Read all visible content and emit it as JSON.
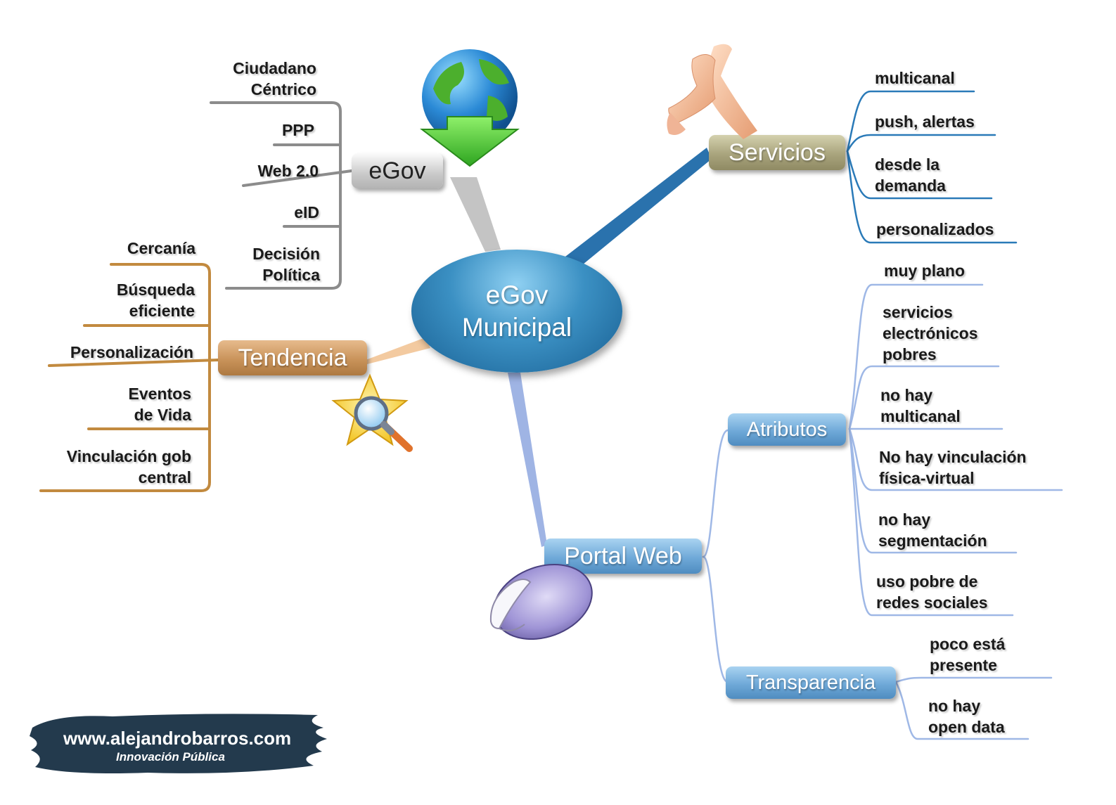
{
  "central": {
    "line1": "eGov",
    "line2": "Municipal"
  },
  "branches": {
    "egov": {
      "label": "eGov",
      "children": [
        "Ciudadano\nCéntrico",
        "PPP",
        "Web 2.0",
        "eID",
        "Decisión\nPolítica"
      ]
    },
    "tendencia": {
      "label": "Tendencia",
      "children": [
        "Cercanía",
        "Búsqueda\neficiente",
        "Personalización",
        "Eventos\nde Vida",
        "Vinculación gob\ncentral"
      ]
    },
    "servicios": {
      "label": "Servicios",
      "children": [
        "multicanal",
        "push, alertas",
        "desde la\ndemanda",
        "personalizados"
      ]
    },
    "portal": {
      "label": "Portal Web",
      "atributos": {
        "label": "Atributos",
        "children": [
          "muy plano",
          "servicios\nelectrónicos\npobres",
          "no hay\nmulticanal",
          "No hay vinculación\nfísica-virtual",
          "no hay\nsegmentación",
          "uso pobre de\nredes sociales"
        ]
      },
      "transparencia": {
        "label": "Transparencia",
        "children": [
          "poco está\npresente",
          "no hay\nopen data"
        ]
      }
    }
  },
  "icons": [
    "globe-download-icon",
    "clapping-hands-icon",
    "star-magnifier-icon",
    "mouse-icon"
  ],
  "colors": {
    "egov": "#cfcfcf",
    "tendencia": "#c9935a",
    "servicios": "#a9a47d",
    "portal": "#7fb6e0",
    "central": "#2f7fb5",
    "egov_line": "#8c8c8c",
    "tendencia_line": "#c28a3f",
    "servicios_line": "#2a7ab8",
    "portal_line": "#9fb8e6"
  },
  "brand": {
    "url": "www.alejandrobarros.com",
    "tagline": "Innovación Pública"
  }
}
